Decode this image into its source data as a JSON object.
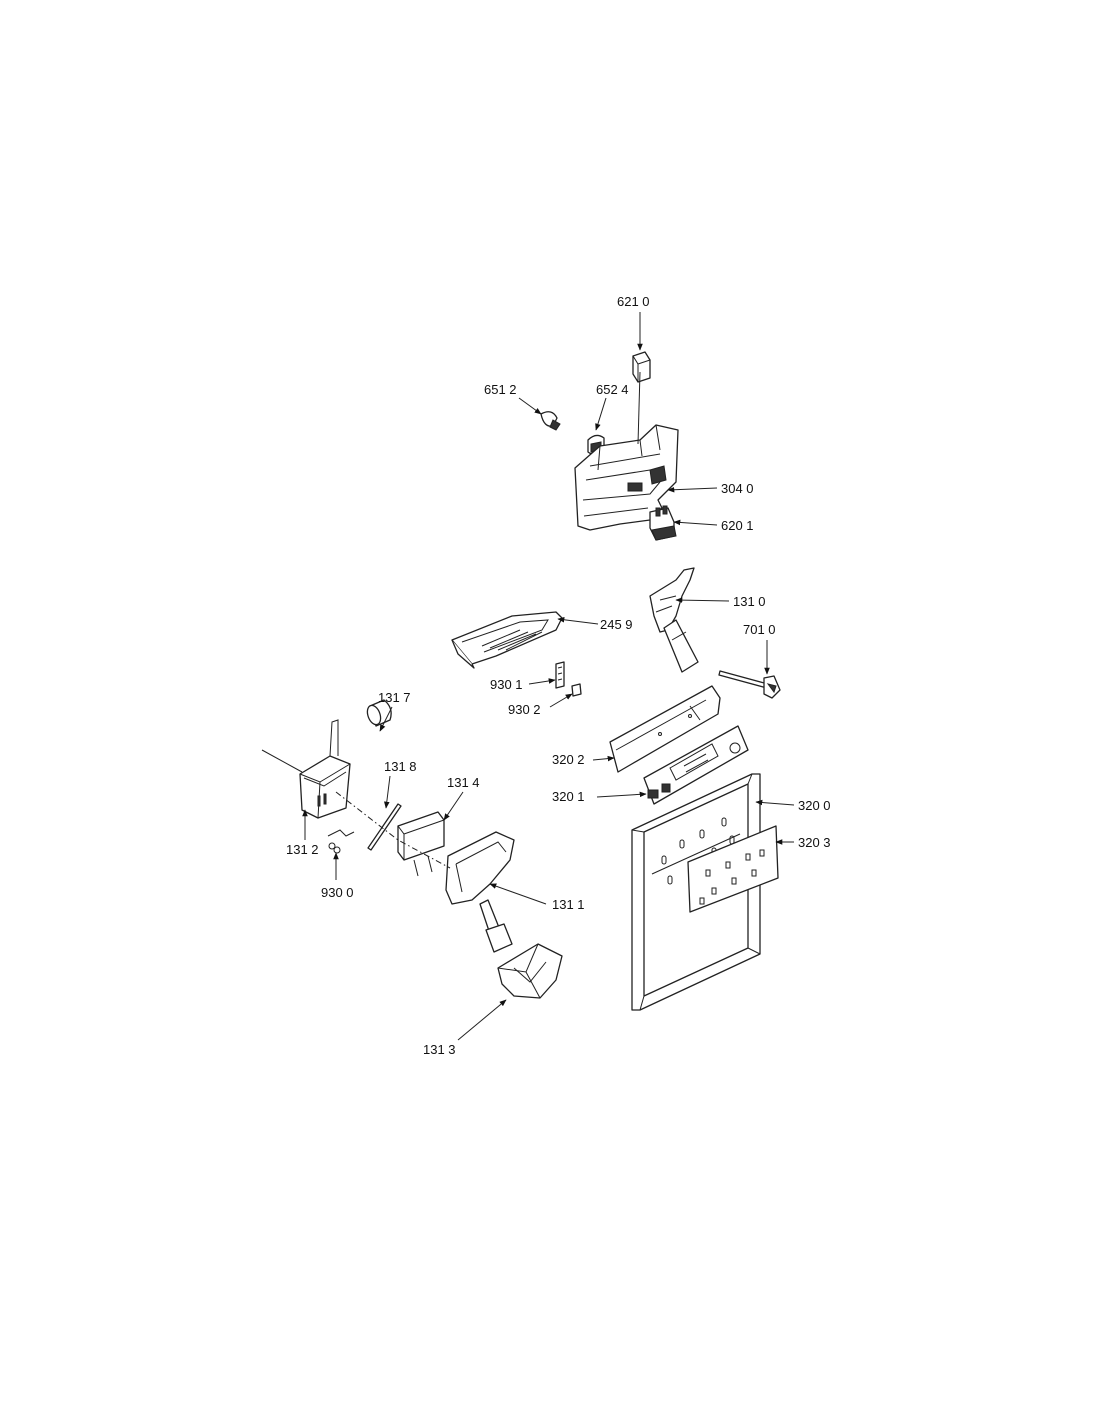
{
  "parts": [
    {
      "id": "6210",
      "label": "621 0"
    },
    {
      "id": "6512",
      "label": "651 2"
    },
    {
      "id": "6524",
      "label": "652 4"
    },
    {
      "id": "3040",
      "label": "304 0"
    },
    {
      "id": "6201",
      "label": "620 1"
    },
    {
      "id": "1310",
      "label": "131 0"
    },
    {
      "id": "2459",
      "label": "245 9"
    },
    {
      "id": "7010",
      "label": "701 0"
    },
    {
      "id": "9301",
      "label": "930 1"
    },
    {
      "id": "9302",
      "label": "930 2"
    },
    {
      "id": "1317",
      "label": "131 7"
    },
    {
      "id": "3202",
      "label": "320 2"
    },
    {
      "id": "1318",
      "label": "131 8"
    },
    {
      "id": "1314",
      "label": "131 4"
    },
    {
      "id": "3201",
      "label": "320 1"
    },
    {
      "id": "3200",
      "label": "320 0"
    },
    {
      "id": "3203",
      "label": "320 3"
    },
    {
      "id": "1312",
      "label": "131 2"
    },
    {
      "id": "9300",
      "label": "930 0"
    },
    {
      "id": "1311",
      "label": "131 1"
    },
    {
      "id": "1313",
      "label": "131 3"
    }
  ]
}
